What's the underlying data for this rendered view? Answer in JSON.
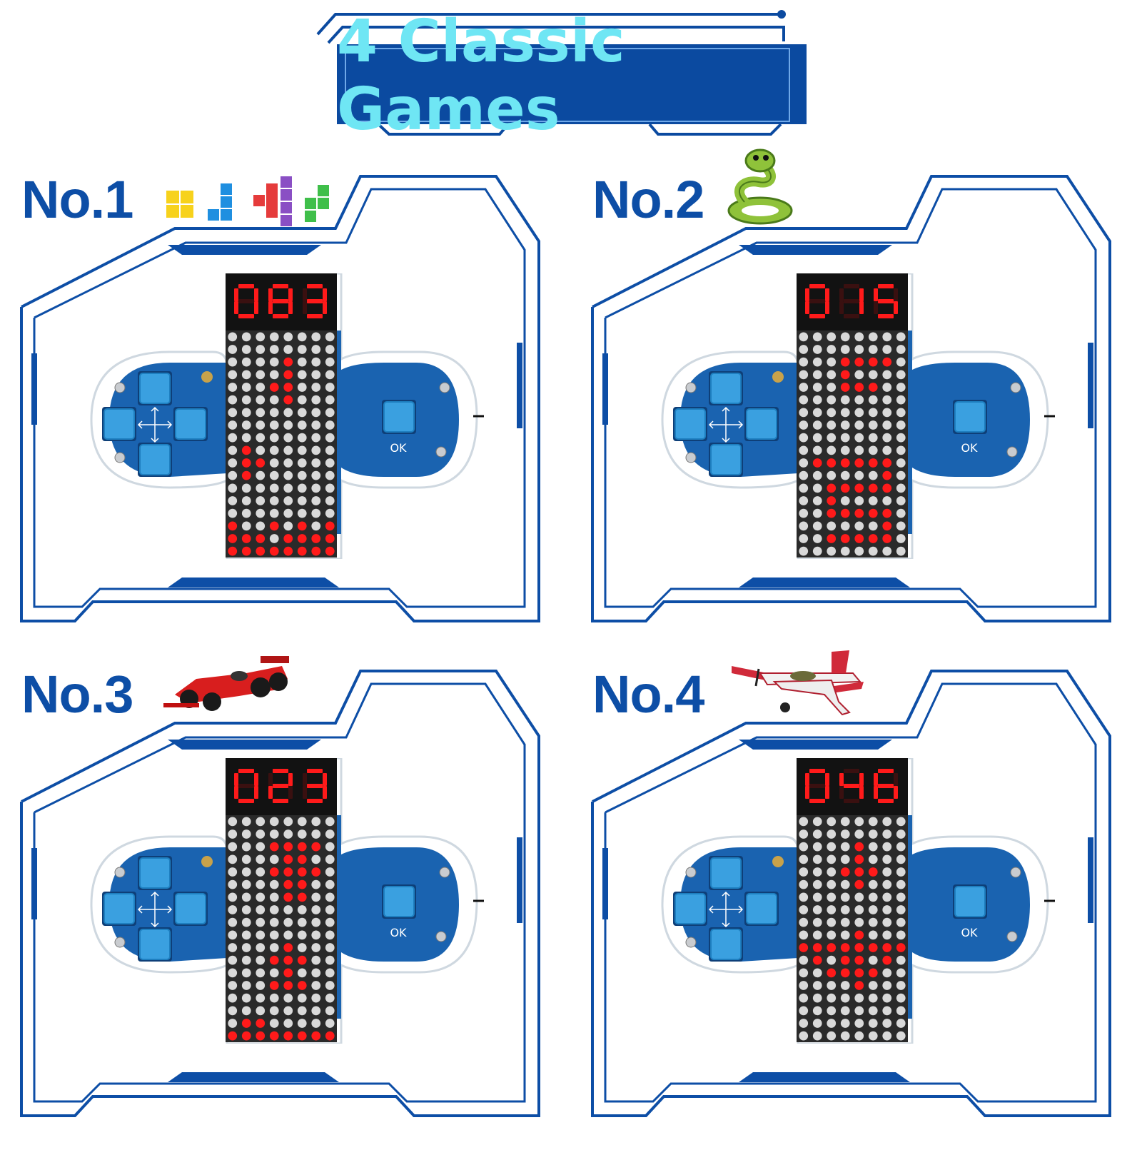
{
  "title": "4 Classic Games",
  "colors": {
    "frame_blue": "#0d4ea6",
    "title_bg": "#0b4aa0",
    "title_text": "#6fe6f4",
    "board_blue": "#1a63b0",
    "button_blue": "#3aa0e0",
    "led_red": "#ff1a1a",
    "led_off": "#d9d9d9",
    "display_bg": "#121212"
  },
  "games": [
    {
      "label": "No.1",
      "icon": "tetris-blocks-icon",
      "score": "083",
      "pattern": [
        "00000000",
        "00000000",
        "00001000",
        "00001000",
        "00011000",
        "00001000",
        "00000000",
        "00000000",
        "00000000",
        "01000000",
        "01100000",
        "01000000",
        "00000000",
        "00000000",
        "00000000",
        "10010101",
        "11101111",
        "11111111"
      ]
    },
    {
      "label": "No.2",
      "icon": "snake-icon",
      "score": "015",
      "pattern": [
        "00000000",
        "00000000",
        "00011110",
        "00010000",
        "00011100",
        "00000000",
        "00000000",
        "00000000",
        "00000000",
        "00000000",
        "01111110",
        "00000010",
        "00111110",
        "00100000",
        "00111110",
        "00000010",
        "00111110",
        "00000000"
      ]
    },
    {
      "label": "No.3",
      "icon": "race-car-icon",
      "score": "023",
      "pattern": [
        "00000000",
        "00000000",
        "00011110",
        "00001100",
        "00011110",
        "00001100",
        "00001100",
        "00000000",
        "00000000",
        "00000000",
        "00001000",
        "00011100",
        "00001000",
        "00011100",
        "00000000",
        "00000000",
        "01100000",
        "11111111"
      ]
    },
    {
      "label": "No.4",
      "icon": "airplane-icon",
      "score": "046",
      "pattern": [
        "00000000",
        "00000000",
        "00001000",
        "00001000",
        "00011100",
        "00001000",
        "00000000",
        "00000000",
        "00000000",
        "00001000",
        "11111111",
        "01011010",
        "00111100",
        "00001000",
        "00000000",
        "00000000",
        "00000000",
        "00000000"
      ]
    }
  ],
  "ok_label": "OK"
}
